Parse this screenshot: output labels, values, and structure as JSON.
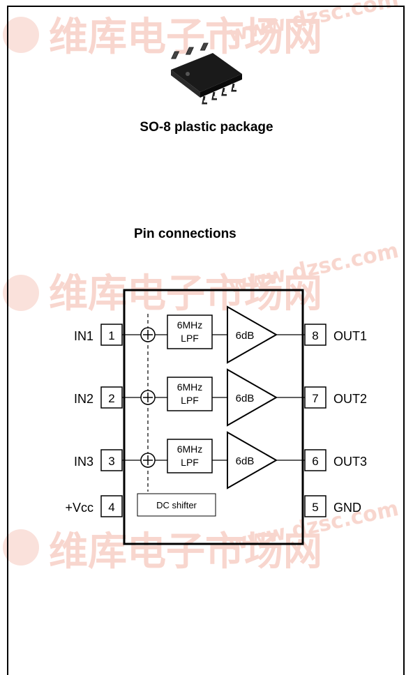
{
  "package": {
    "caption": "SO-8 plastic package"
  },
  "pinout": {
    "caption": "Pin connections",
    "left_pins": [
      {
        "num": "1",
        "label": "IN1"
      },
      {
        "num": "2",
        "label": "IN2"
      },
      {
        "num": "3",
        "label": "IN3"
      },
      {
        "num": "4",
        "label": "+Vcc"
      }
    ],
    "right_pins": [
      {
        "num": "8",
        "label": "OUT1"
      },
      {
        "num": "7",
        "label": "OUT2"
      },
      {
        "num": "6",
        "label": "OUT3"
      },
      {
        "num": "5",
        "label": "GND"
      }
    ],
    "filter_line1": "6MHz",
    "filter_line2": "LPF",
    "amp_gain": "6dB",
    "dc_shifter": "DC shifter"
  },
  "watermark": {
    "text1": "维库电子市场网",
    "text2": "www.dzsc.com",
    "color": "#f3b5a6"
  }
}
